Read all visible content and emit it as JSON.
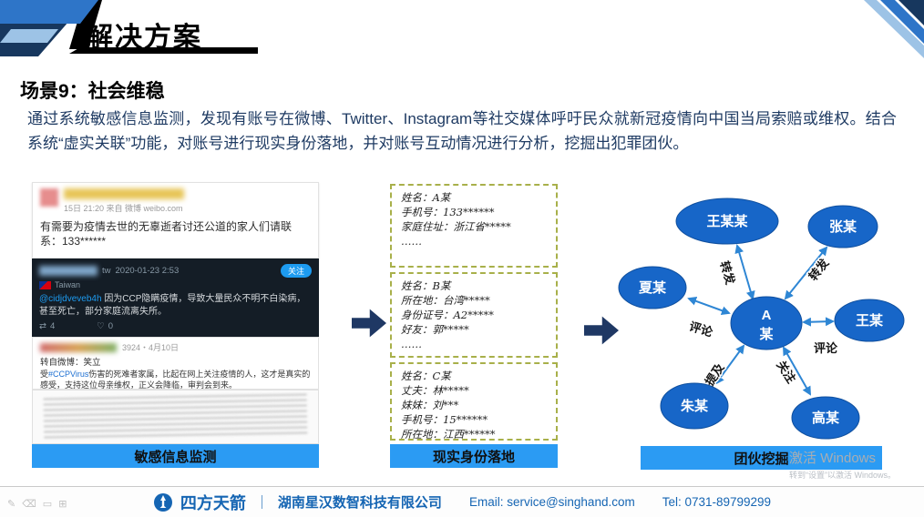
{
  "header": {
    "title": "解决方案"
  },
  "scenario": {
    "title": "场景9：社会维稳",
    "description": "通过系统敏感信息监测，发现有账号在微博、Twitter、Instagram等社交媒体呼吁民众就新冠疫情向中国当局索赔或维权。结合系统“虚实关联”功能，对账号进行现实身份落地，并对账号互动情况进行分析，挖掘出犯罪团伙。"
  },
  "monitor_panel": {
    "caption": "敏感信息监测",
    "weibo_post": {
      "meta": "15日 21:20 来自 微博 weibo.com",
      "text": "有需要为疫情去世的无辜逝者讨还公道的家人们请联系：133******"
    },
    "twitter_post": {
      "handle_suffix": "tw",
      "timestamp": "2020-01-23 2:53",
      "follow_label": "关注",
      "location": "Taiwan",
      "mention": "@cidjdveveb4h",
      "text": "因为CCP隐瞒疫情，导致大量民众不明不白染病，甚至死亡，部分家庭流离失所。",
      "icons": {
        "retweet": "⇄",
        "like": "♡"
      },
      "retweet_count": "4",
      "like_count": "0"
    },
    "repost_post": {
      "meta": "3924・4月10日",
      "source": "转自微博：笑立",
      "text_prefix": "受",
      "hashtag": "#CCPVirus",
      "text_rest": "伤害的死难者家属，比起在网上关注疫情的人，这才是真实的感受，支持这位母亲维权，正义会降临，审判会到来。"
    }
  },
  "identity_panel": {
    "caption": "现实身份落地",
    "cards": [
      {
        "lines": [
          "姓名：A某",
          "手机号：133******",
          "家庭住址：浙江省*****",
          "……"
        ]
      },
      {
        "lines": [
          "姓名：B某",
          "所在地：台湾*****",
          "身份证号：A2*****",
          "好友：郭*****",
          "……"
        ]
      },
      {
        "lines": [
          "姓名：C某",
          "丈夫：林*****",
          "妹妹：刘***",
          "手机号：15******",
          "所在地：江西******"
        ]
      }
    ]
  },
  "network_panel": {
    "caption": "团伙挖掘",
    "center_line1": "A",
    "center_line2": "某",
    "nodes": [
      "王某某",
      "张某",
      "夏某",
      "王某",
      "朱某",
      "高某"
    ],
    "edge_labels": [
      "转发",
      "转发",
      "评论",
      "评论",
      "提及",
      "关注"
    ]
  },
  "watermark": {
    "line1": "激活 Windows",
    "line2": "转到“设置”以激活 Windows。"
  },
  "footer": {
    "brand": "四方天箭",
    "separator": "｜",
    "company": "湖南星汉数智科技有限公司",
    "email": "Email: service@singhand.com",
    "tel": "Tel: 0731-89799299"
  },
  "annotation_tools": {
    "icons": [
      {
        "name": "pen-icon",
        "glyph": "✎"
      },
      {
        "name": "eraser-icon",
        "glyph": "⌫"
      },
      {
        "name": "shape-icon",
        "glyph": "▭"
      },
      {
        "name": "grid-icon",
        "glyph": "⊞"
      }
    ]
  },
  "colors": {
    "caption_bg": "#2b9bf3",
    "node_blue": "#1766c8",
    "edge_arrow_blue": "#2e86d4",
    "flow_arrow_navy": "#1f3864",
    "footer_blue": "#1565b3",
    "dashed_border": "#a8b04a",
    "deco_navy": "#17375e",
    "deco_blue": "#2e75c8",
    "deco_light_blue": "#9dc3e6"
  }
}
